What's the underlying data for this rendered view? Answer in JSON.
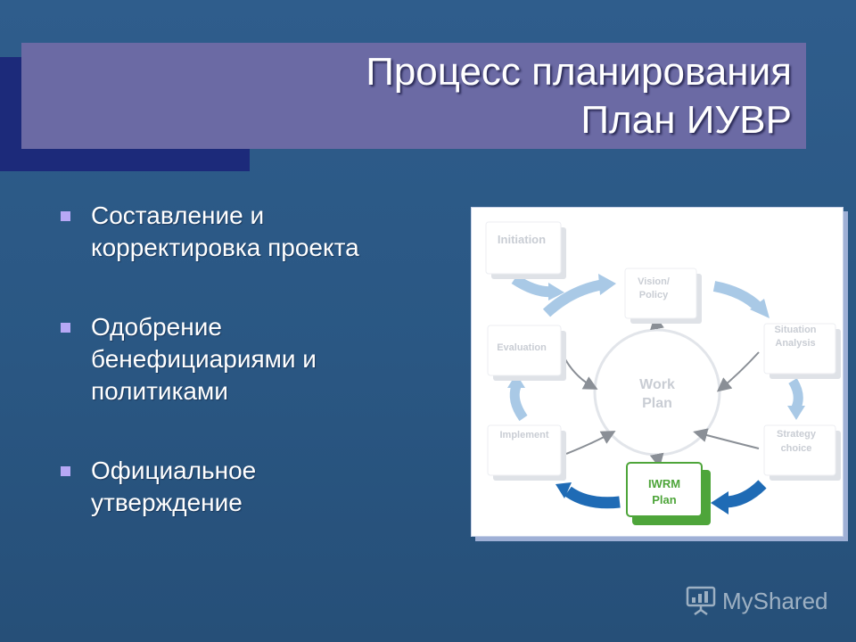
{
  "title": {
    "line1": "Процесс планирования",
    "line2": "План ИУВР"
  },
  "bullets": [
    {
      "lines": [
        "Составление и",
        "корректировка проекта"
      ]
    },
    {
      "lines": [
        "Одобрение",
        "бенефициариями и",
        "политиками"
      ]
    },
    {
      "lines": [
        "Официальное",
        "утверждение"
      ]
    }
  ],
  "diagram": {
    "center": [
      "Work",
      "Plan"
    ],
    "nodes": {
      "initiation": [
        "Initiation"
      ],
      "vision": [
        "Vision/",
        "Policy"
      ],
      "situation": [
        "Situation",
        "Analysis"
      ],
      "strategy": [
        "Strategy",
        "choice"
      ],
      "iwrm": [
        "IWRM",
        "Plan"
      ],
      "implement": [
        "Implement"
      ],
      "evaluation": [
        "Evaluation"
      ]
    },
    "colors": {
      "faded_text": "#c9cdd4",
      "light_arrow": "#a9c9e6",
      "dark_arrow": "#1f6bb5",
      "highlight": "#4ea53a",
      "connector": "#8a8f96"
    }
  },
  "watermark": {
    "text": "MyShared",
    "icon": "presentation-board-icon"
  }
}
